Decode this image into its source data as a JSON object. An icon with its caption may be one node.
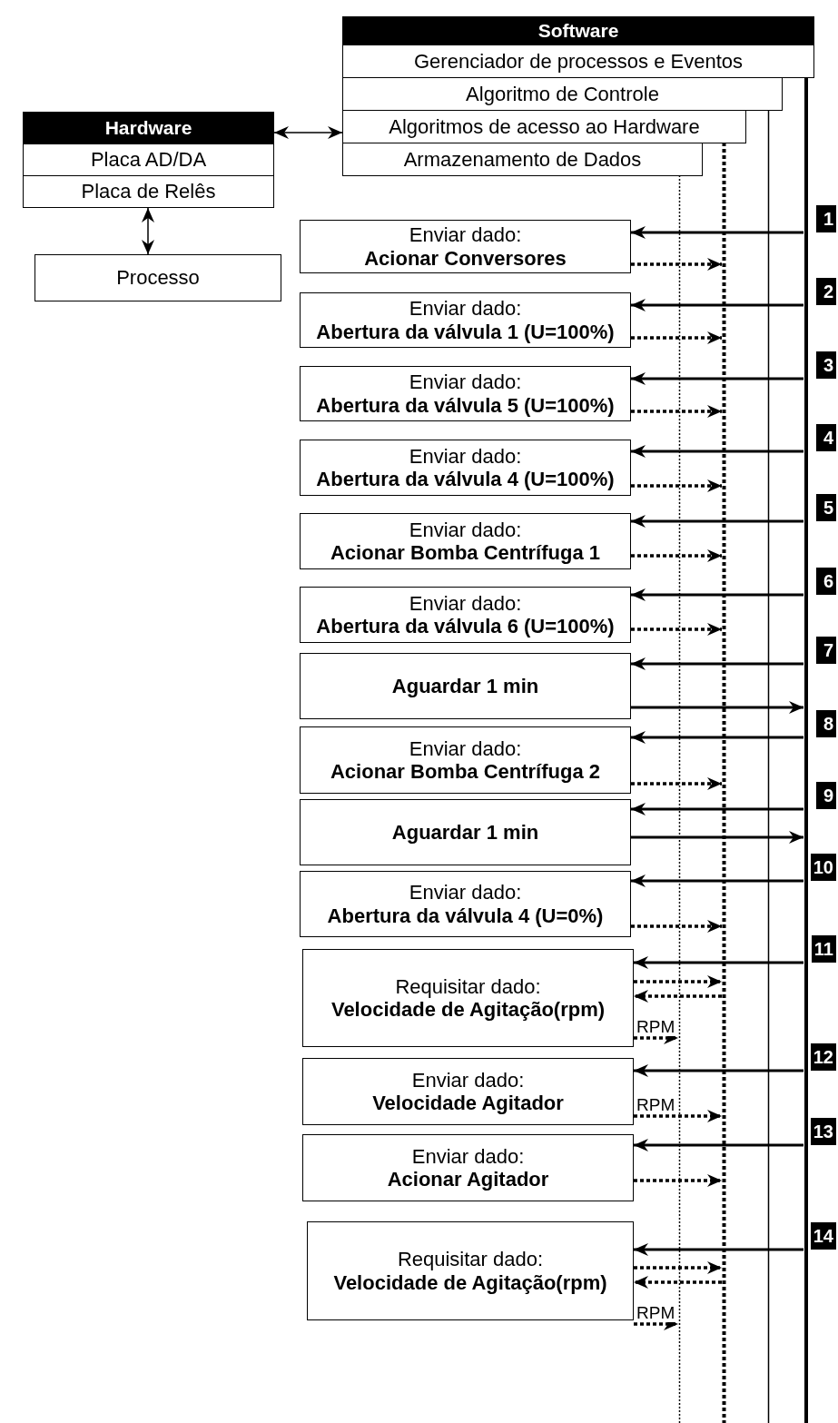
{
  "diagram": {
    "nodes": [
      {
        "text": [
          "Software"
        ]
      },
      {
        "text": [
          "Gerenciador de processos e Eventos"
        ]
      },
      {
        "text": [
          "Algoritmo de Controle"
        ]
      },
      {
        "text": [
          "Algoritmos de acesso ao Hardware"
        ]
      },
      {
        "text": [
          "Armazenamento de Dados"
        ]
      },
      {
        "text": [
          "Hardware"
        ]
      },
      {
        "text": [
          "Placa AD/DA"
        ]
      },
      {
        "text": [
          "Placa de Relês"
        ]
      },
      {
        "text": [
          "Processo"
        ]
      },
      {
        "text": [
          "Enviar dado:",
          "Acionar Conversores"
        ]
      },
      {
        "text": [
          "Enviar dado:",
          "Abertura da válvula 1 (U=100%)"
        ]
      },
      {
        "text": [
          "Enviar dado:",
          "Abertura da válvula 5 (U=100%)"
        ]
      },
      {
        "text": [
          "Enviar dado:",
          "Abertura da válvula 4 (U=100%)"
        ]
      },
      {
        "text": [
          "Enviar dado:",
          "Acionar Bomba Centrífuga 1"
        ]
      },
      {
        "text": [
          "Enviar dado:",
          "Abertura da válvula 6 (U=100%)"
        ]
      },
      {
        "text": [
          "Aguardar 1 min"
        ]
      },
      {
        "text": [
          "Enviar dado:",
          "Acionar Bomba Centrífuga 2"
        ]
      },
      {
        "text": [
          "Aguardar 1 min"
        ]
      },
      {
        "text": [
          "Enviar dado:",
          "Abertura da válvula 4 (U=0%)"
        ]
      },
      {
        "text": [
          "Requisitar dado:",
          "Velocidade de Agitação(rpm)"
        ]
      },
      {
        "text": [
          "Enviar dado:",
          "Velocidade Agitador"
        ]
      },
      {
        "text": [
          "Enviar dado:",
          "Acionar Agitador"
        ]
      },
      {
        "text": [
          "Requisitar dado:",
          "Velocidade de Agitação(rpm)"
        ]
      },
      {
        "text": [],
        "shape": "line"
      },
      {
        "text": [],
        "shape": "line"
      },
      {
        "text": [],
        "shape": "line"
      },
      {
        "text": [],
        "shape": "line"
      }
    ],
    "edges": [
      {
        "from": 5,
        "to": 3,
        "arrow": "both"
      },
      {
        "from": 7,
        "to": 8,
        "arrow": "both"
      },
      {
        "from": 26,
        "to": 9,
        "arrow": "to"
      },
      {
        "from": 9,
        "to": 24,
        "arrow": "to",
        "style": "dashed"
      },
      {
        "from": 26,
        "to": 10,
        "arrow": "to"
      },
      {
        "from": 10,
        "to": 24,
        "arrow": "to",
        "style": "dashed"
      },
      {
        "from": 26,
        "to": 11,
        "arrow": "to"
      },
      {
        "from": 11,
        "to": 24,
        "arrow": "to",
        "style": "dashed"
      },
      {
        "from": 26,
        "to": 12,
        "arrow": "to"
      },
      {
        "from": 12,
        "to": 24,
        "arrow": "to",
        "style": "dashed"
      },
      {
        "from": 26,
        "to": 13,
        "arrow": "to"
      },
      {
        "from": 13,
        "to": 24,
        "arrow": "to",
        "style": "dashed"
      },
      {
        "from": 26,
        "to": 14,
        "arrow": "to"
      },
      {
        "from": 14,
        "to": 24,
        "arrow": "to",
        "style": "dashed"
      },
      {
        "from": 26,
        "to": 15,
        "arrow": "to"
      },
      {
        "from": 15,
        "to": 26,
        "arrow": "to"
      },
      {
        "from": 26,
        "to": 16,
        "arrow": "to"
      },
      {
        "from": 16,
        "to": 24,
        "arrow": "to",
        "style": "dashed"
      },
      {
        "from": 26,
        "to": 17,
        "arrow": "to"
      },
      {
        "from": 17,
        "to": 26,
        "arrow": "to"
      },
      {
        "from": 26,
        "to": 18,
        "arrow": "to"
      },
      {
        "from": 18,
        "to": 24,
        "arrow": "to",
        "style": "dashed"
      },
      {
        "from": 26,
        "to": 19,
        "arrow": "to"
      },
      {
        "from": 19,
        "to": 24,
        "arrow": "to",
        "style": "dashed"
      },
      {
        "from": 24,
        "to": 19,
        "arrow": "to",
        "style": "dashed"
      },
      {
        "from": 19,
        "to": 23,
        "arrow": "to",
        "style": "dashed",
        "label": "RPM"
      },
      {
        "from": 26,
        "to": 20,
        "arrow": "to"
      },
      {
        "from": 20,
        "to": 24,
        "arrow": "to",
        "style": "dashed",
        "label": "RPM"
      },
      {
        "from": 26,
        "to": 21,
        "arrow": "to"
      },
      {
        "from": 21,
        "to": 24,
        "arrow": "to",
        "style": "dashed"
      },
      {
        "from": 26,
        "to": 22,
        "arrow": "to"
      },
      {
        "from": 22,
        "to": 24,
        "arrow": "to",
        "style": "dashed"
      },
      {
        "from": 24,
        "to": 22,
        "arrow": "to",
        "style": "dashed"
      },
      {
        "from": 22,
        "to": 23,
        "arrow": "to",
        "style": "dashed",
        "label": "RPM"
      }
    ],
    "labels": [
      "1",
      "2",
      "3",
      "4",
      "5",
      "6",
      "7",
      "8",
      "9",
      "10",
      "11",
      "12",
      "13",
      "14"
    ]
  }
}
